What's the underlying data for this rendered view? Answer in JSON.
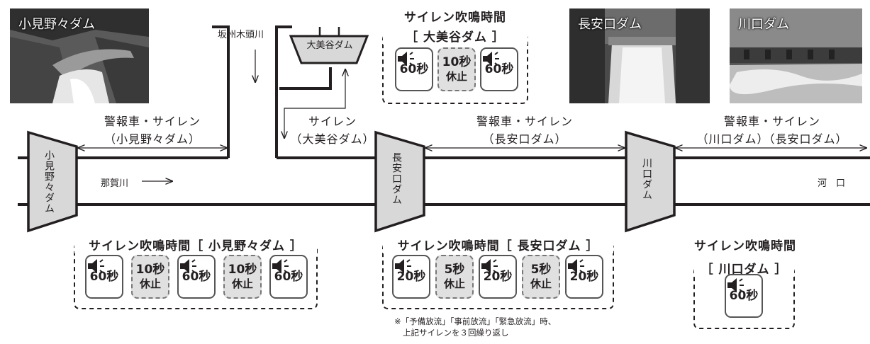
{
  "photos": {
    "komino": "小見野々ダム",
    "nagayasu": "長安口ダム",
    "kawaguchi": "川口ダム"
  },
  "dams": {
    "komino": "小見野々ダム",
    "omidani": "大美谷ダム",
    "nagayasu": "長安口ダム",
    "kawaguchi": "川口ダム"
  },
  "rivers": {
    "nakagawa": "那賀川",
    "sakashu": "坂州木頭川",
    "estuary": "河　口"
  },
  "coverage": {
    "komino": {
      "line1": "警報車・サイレン",
      "line2": "（小見野々ダム）"
    },
    "omidani": {
      "line1": "サイレン",
      "line2": "（大美谷ダム）"
    },
    "nagayasu": {
      "line1": "警報車・サイレン",
      "line2": "（長安口ダム）"
    },
    "kawaguchi": {
      "line1": "警報車・サイレン",
      "line2": "（川口ダム）（長安口ダム）"
    }
  },
  "schedules": {
    "omidani": {
      "title1": "サイレン吹鳴時間",
      "title2": "［ 大美谷ダム ］",
      "boxes": [
        {
          "label": "60秒",
          "rest": ""
        },
        {
          "label": "10秒",
          "rest": "休止"
        },
        {
          "label": "60秒",
          "rest": ""
        }
      ]
    },
    "komino": {
      "title": "サイレン吹鳴時間［ 小見野々ダム ］",
      "boxes": [
        {
          "label": "60秒",
          "rest": ""
        },
        {
          "label": "10秒",
          "rest": "休止"
        },
        {
          "label": "60秒",
          "rest": ""
        },
        {
          "label": "10秒",
          "rest": "休止"
        },
        {
          "label": "60秒",
          "rest": ""
        }
      ]
    },
    "nagayasu": {
      "title": "サイレン吹鳴時間［ 長安口ダム ］",
      "boxes": [
        {
          "label": "20秒",
          "rest": ""
        },
        {
          "label": "5秒",
          "rest": "休止"
        },
        {
          "label": "20秒",
          "rest": ""
        },
        {
          "label": "5秒",
          "rest": "休止"
        },
        {
          "label": "20秒",
          "rest": ""
        }
      ]
    },
    "kawaguchi": {
      "title1": "サイレン吹鳴時間",
      "title2": "［ 川口ダム ］",
      "boxes": [
        {
          "label": "60秒",
          "rest": ""
        }
      ]
    }
  },
  "note": {
    "line1": "※「予備放流」「事前放流」「緊急放流」時、",
    "line2": "上記サイレンを３回繰り返し"
  }
}
